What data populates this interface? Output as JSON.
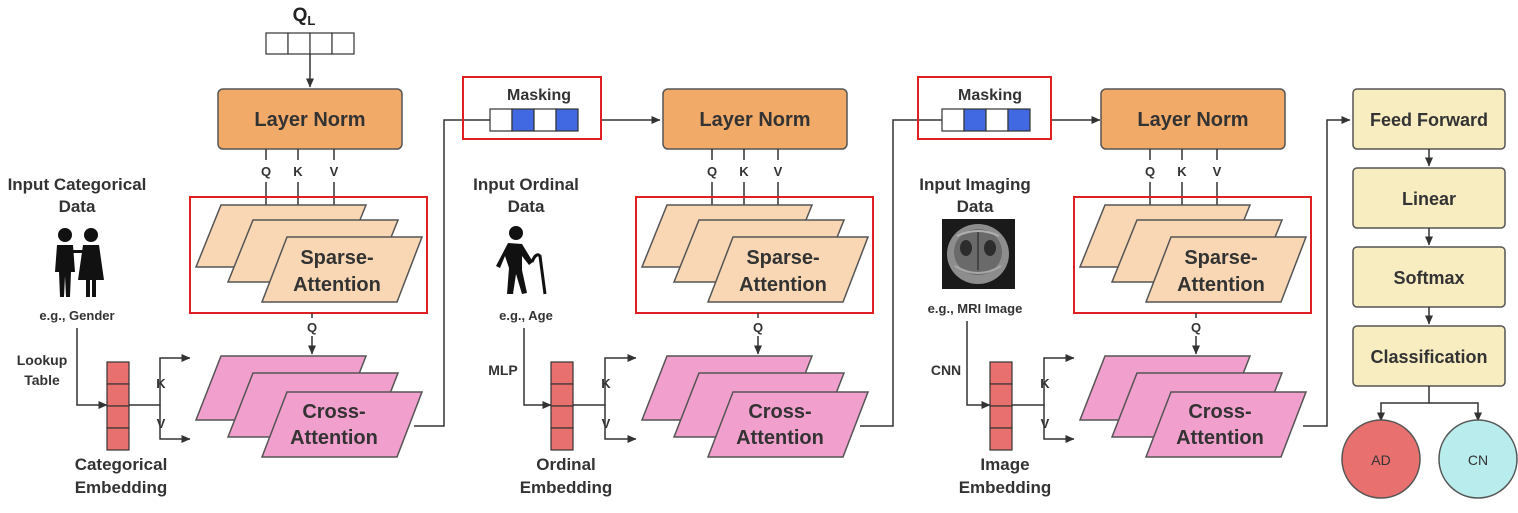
{
  "query_input_label": "Q",
  "query_input_subscript": "L",
  "stages": [
    {
      "layer_norm": "Layer Norm",
      "qkv": [
        "Q",
        "K",
        "V"
      ],
      "sparse_attention": [
        "Sparse-",
        "Attention"
      ],
      "cross_attention": [
        "Cross-",
        "Attention"
      ],
      "cross_q": "Q",
      "cross_k": "K",
      "cross_v": "V",
      "input_title": [
        "Input Categorical",
        "Data"
      ],
      "input_example": "e.g., Gender",
      "input_icon": "couple-icon",
      "encoder": [
        "Lookup",
        "Table"
      ],
      "embedding": [
        "Categorical",
        "Embedding"
      ]
    },
    {
      "masking": "Masking",
      "layer_norm": "Layer Norm",
      "qkv": [
        "Q",
        "K",
        "V"
      ],
      "sparse_attention": [
        "Sparse-",
        "Attention"
      ],
      "cross_attention": [
        "Cross-",
        "Attention"
      ],
      "cross_q": "Q",
      "cross_k": "K",
      "cross_v": "V",
      "input_title": [
        "Input Ordinal",
        "Data"
      ],
      "input_example": "e.g., Age",
      "input_icon": "elderly-person-icon",
      "encoder": [
        "MLP"
      ],
      "embedding": [
        "Ordinal",
        "Embedding"
      ]
    },
    {
      "masking": "Masking",
      "layer_norm": "Layer Norm",
      "qkv": [
        "Q",
        "K",
        "V"
      ],
      "sparse_attention": [
        "Sparse-",
        "Attention"
      ],
      "cross_attention": [
        "Cross-",
        "Attention"
      ],
      "cross_q": "Q",
      "cross_k": "K",
      "cross_v": "V",
      "input_title": [
        "Input Imaging",
        "Data"
      ],
      "input_example": "e.g., MRI Image",
      "input_icon": "mri-brain-image",
      "encoder": [
        "CNN"
      ],
      "embedding": [
        "Image",
        "Embedding"
      ]
    }
  ],
  "head": [
    "Feed Forward",
    "Linear",
    "Softmax",
    "Classification"
  ],
  "outputs": [
    "AD",
    "CN"
  ],
  "colors": {
    "layer_norm": "#f2aa69",
    "sparse_attention": "#f9d7b5",
    "cross_attention": "#f19fcc",
    "embedding_cell": "#e8716f",
    "mask_filled": "#4169e1",
    "highlight_border": "#e02020",
    "head_box": "#f8edc1",
    "output_ad": "#e8716f",
    "output_cn": "#b9ecec"
  }
}
